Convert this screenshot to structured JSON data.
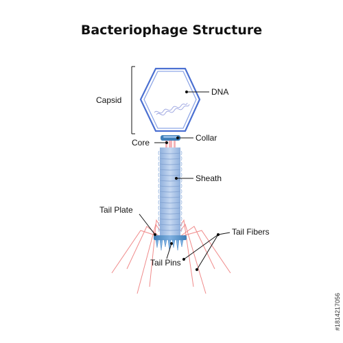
{
  "title": "Bacteriophage Structure",
  "labels": {
    "capsid": "Capsid",
    "dna": "DNA",
    "collar": "Collar",
    "core": "Core",
    "sheath": "Sheath",
    "tail_plate": "Tail Plate",
    "tail_fibers": "Tail Fibers",
    "tail_pins": "Tail Pins"
  },
  "watermark": "#1814217056",
  "colors": {
    "capsid_outline": "#4a6fd1",
    "sheath": "#a7c1e6",
    "collar": "#3f7fb8",
    "core": "#f0a0a8",
    "fibers": "#f08a8a",
    "leader": "#111111"
  }
}
